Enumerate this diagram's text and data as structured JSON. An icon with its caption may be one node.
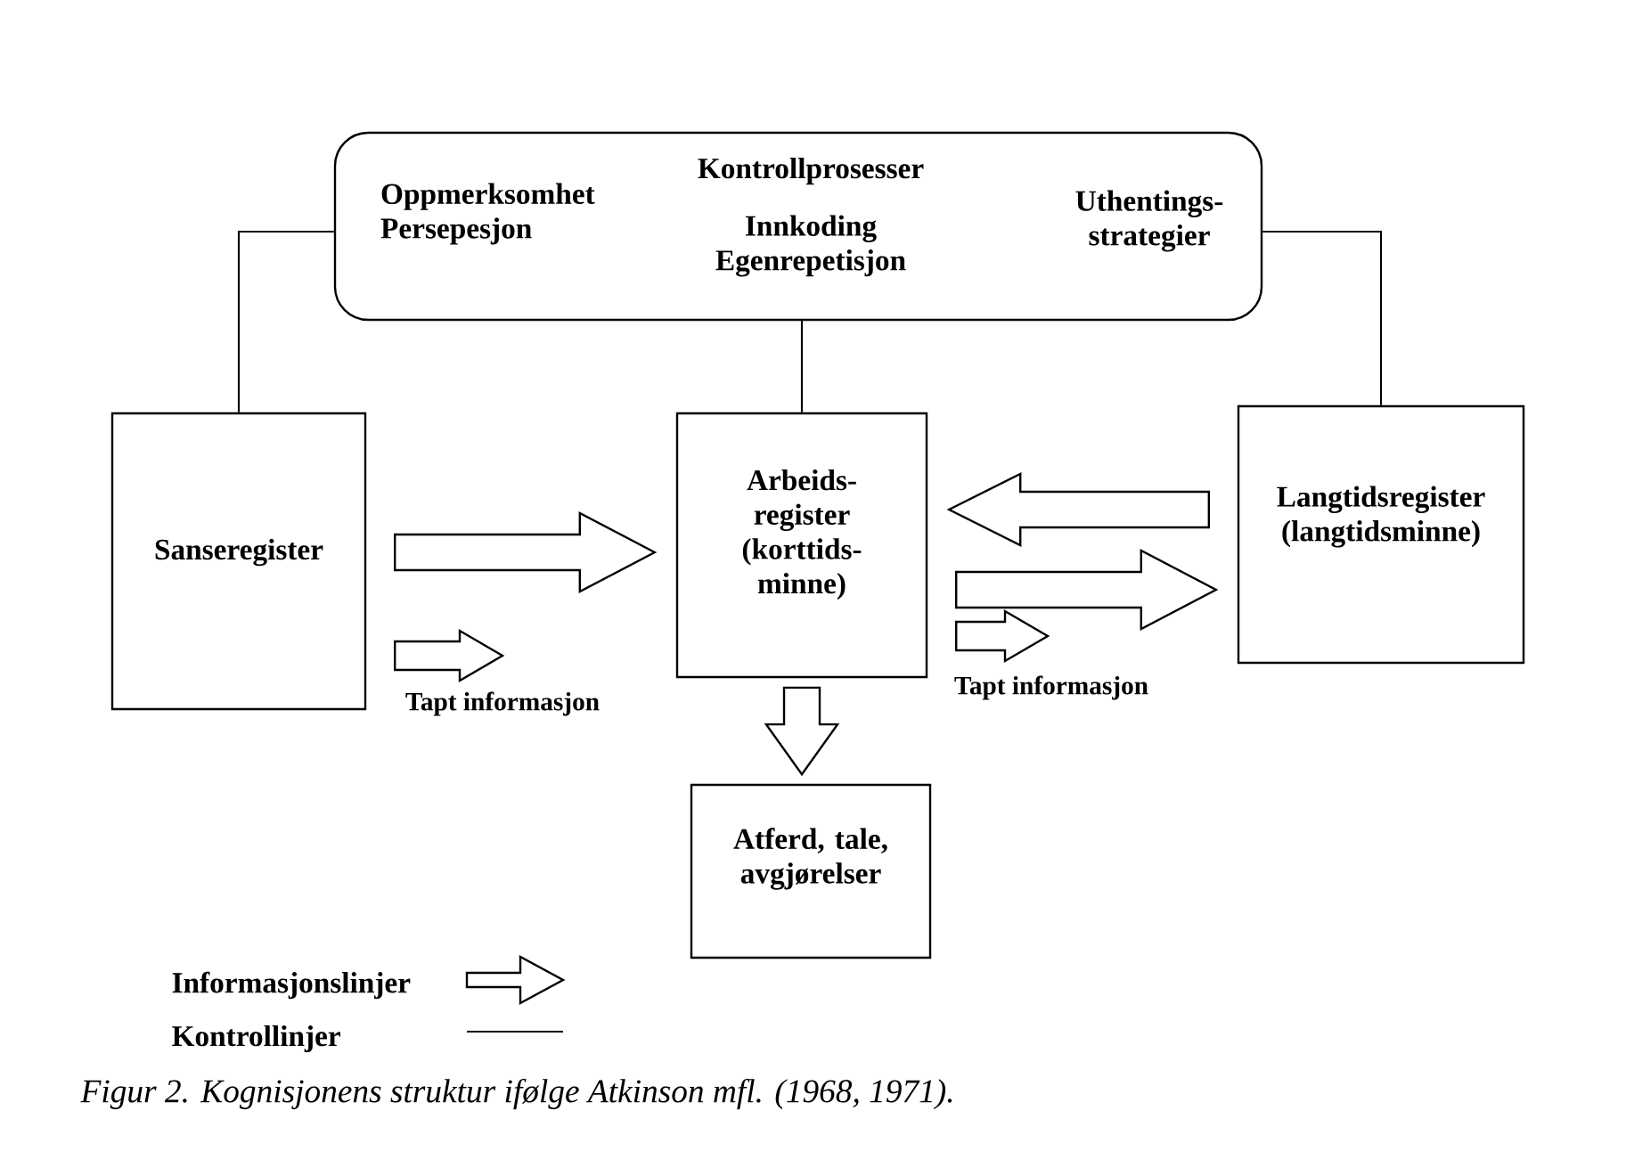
{
  "diagram": {
    "caption": "Figur 2. Kognisjonens struktur ifølge Atkinson mfl. (1968, 1971).",
    "nodes": [
      {
        "text": [
          "Kontrollprosesser",
          "Oppmerksomhet Persepesjon",
          "Innkoding Egenrepetisjon",
          "Uthentings- strategier"
        ]
      },
      {
        "text": [
          "Sanseregister"
        ]
      },
      {
        "text": [
          "Arbeids- register (korttids- minne)"
        ]
      },
      {
        "text": [
          "Langtidsregister (langtidsminne)"
        ]
      },
      {
        "text": [
          "Atferd, tale, avgjørelser"
        ]
      }
    ],
    "edges": [
      {
        "from": 0,
        "to": 1,
        "arrow": "none"
      },
      {
        "from": 0,
        "to": 2,
        "arrow": "none"
      },
      {
        "from": 0,
        "to": 3,
        "arrow": "none"
      },
      {
        "from": 1,
        "to": 2,
        "arrow": "to"
      },
      {
        "from": 3,
        "to": 2,
        "arrow": "to"
      },
      {
        "from": 2,
        "to": 3,
        "arrow": "to"
      },
      {
        "from": 1,
        "to": null,
        "arrow": "to",
        "label": "Tapt informasjon"
      },
      {
        "from": 2,
        "to": null,
        "arrow": "to",
        "label": "Tapt informasjon"
      },
      {
        "from": 2,
        "to": 4,
        "arrow": "to"
      }
    ],
    "legend": [
      {
        "text": "Informasjonslinjer"
      },
      {
        "text": "Kontrollinjer"
      }
    ]
  }
}
